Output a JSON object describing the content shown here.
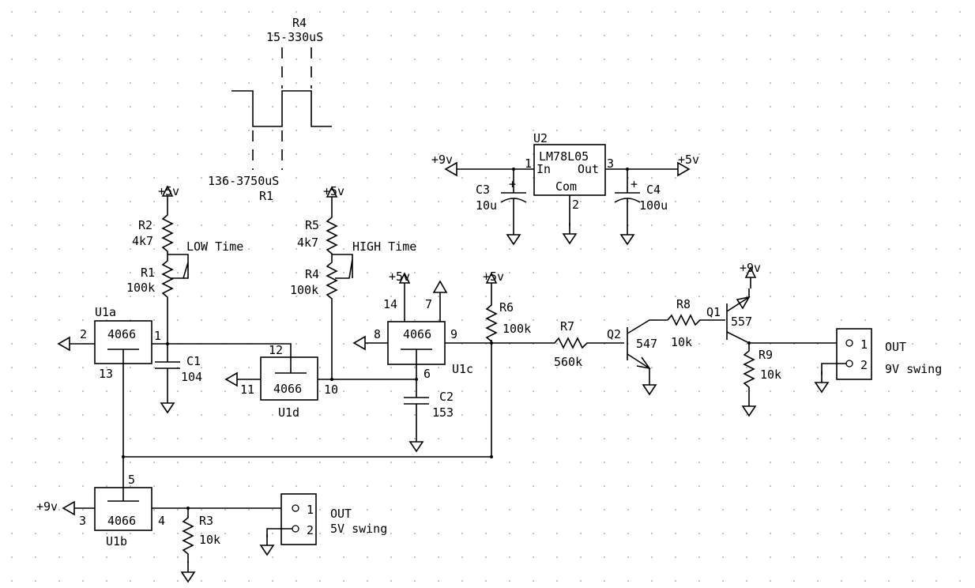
{
  "timing": {
    "r4_label": "R4",
    "high_range": "15-330uS",
    "low_range": "136-3750uS",
    "r1_label": "R1"
  },
  "labels": {
    "r2": "R2",
    "r2_val": "4k7",
    "r1": "R1",
    "r1_val": "100k",
    "low_time": "LOW Time",
    "r5": "R5",
    "r5_val": "4k7",
    "r4": "R4",
    "r4_val": "100k",
    "high_time": "HIGH Time",
    "plus5_a": "+5v",
    "plus5_b": "+5v",
    "plus5_c": "+5v",
    "plus5_d": "+5v",
    "plus5_e": "+5v",
    "plus9_a": "+9v",
    "plus9_b": "+9v",
    "plus9_c": "+9v",
    "u2": "U2",
    "u2_part": "LM78L05",
    "u2_in": "In",
    "u2_out": "Out",
    "u2_com": "Com",
    "u2_p1": "1",
    "u2_p2": "2",
    "u2_p3": "3",
    "c3": "C3",
    "c3_val": "10u",
    "c4": "C4",
    "c4_val": "100u",
    "u1a": "U1a",
    "u1a_part": "4066",
    "u1a_p1": "1",
    "u1a_p2": "2",
    "u1a_p13": "13",
    "c1": "C1",
    "c1_val": "104",
    "u1d": "U1d",
    "u1d_part": "4066",
    "u1d_p10": "10",
    "u1d_p11": "11",
    "u1d_p12": "12",
    "u1c": "U1c",
    "u1c_part": "4066",
    "u1c_p6": "6",
    "u1c_p8": "8",
    "u1c_p9": "9",
    "p14": "14",
    "p7": "7",
    "c2": "C2",
    "c2_val": "153",
    "r6": "R6",
    "r6_val": "100k",
    "r7": "R7",
    "r7_val": "560k",
    "q2": "Q2",
    "q2_val": "547",
    "r8": "R8",
    "r8_val": "10k",
    "q1": "Q1",
    "q1_val": "557",
    "r9": "R9",
    "r9_val": "10k",
    "out1": "OUT",
    "out1_swing": "9V swing",
    "j1_p1": "1",
    "j1_p2": "2",
    "u1b": "U1b",
    "u1b_part": "4066",
    "u1b_p3": "3",
    "u1b_p4": "4",
    "u1b_p5": "5",
    "r3": "R3",
    "r3_val": "10k",
    "out2": "OUT",
    "out2_swing": "5V swing",
    "j2_p1": "1",
    "j2_p2": "2"
  }
}
